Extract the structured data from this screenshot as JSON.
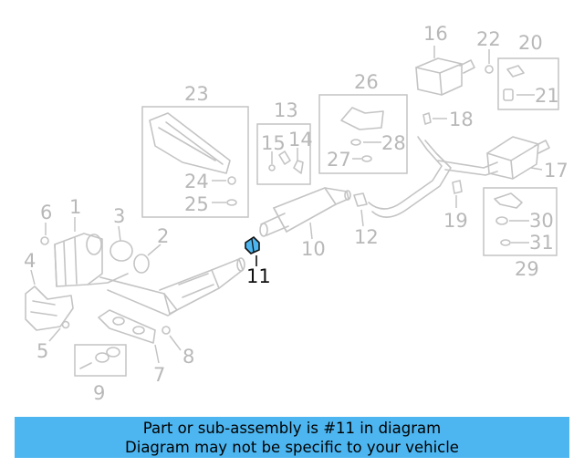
{
  "diagram": {
    "callouts": [
      "1",
      "2",
      "3",
      "4",
      "5",
      "6",
      "7",
      "8",
      "9",
      "10",
      "11",
      "12",
      "13",
      "14",
      "15",
      "16",
      "17",
      "18",
      "19",
      "20",
      "21",
      "22",
      "23",
      "24",
      "25",
      "26",
      "27",
      "28",
      "29",
      "30",
      "31"
    ],
    "highlighted_part": "11",
    "highlight_color": "#4db6f0"
  },
  "banner": {
    "line1": "Part or sub-assembly is #11 in diagram",
    "line2": "Diagram may not be specific to your vehicle",
    "background": "#4db6f0"
  }
}
